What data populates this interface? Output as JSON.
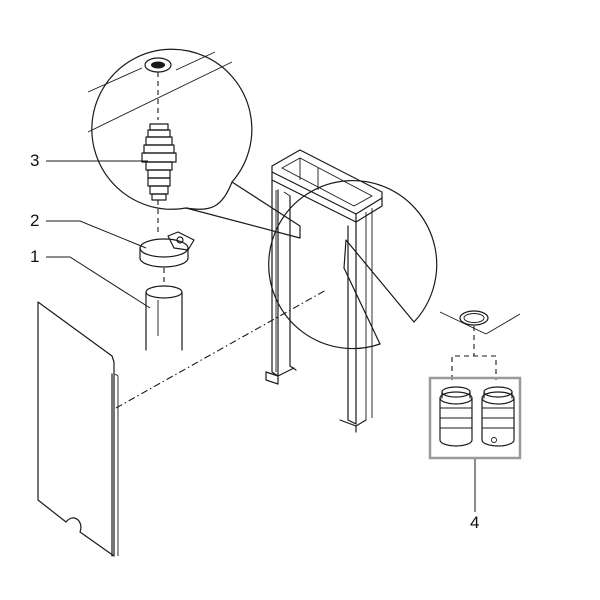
{
  "callouts": [
    {
      "id": "1",
      "label": "1"
    },
    {
      "id": "2",
      "label": "2"
    },
    {
      "id": "3",
      "label": "3"
    },
    {
      "id": "4",
      "label": "4"
    }
  ],
  "colors": {
    "line": "#1a1a1a",
    "highlight_box": "#9a9a9a",
    "background": "#ffffff"
  }
}
